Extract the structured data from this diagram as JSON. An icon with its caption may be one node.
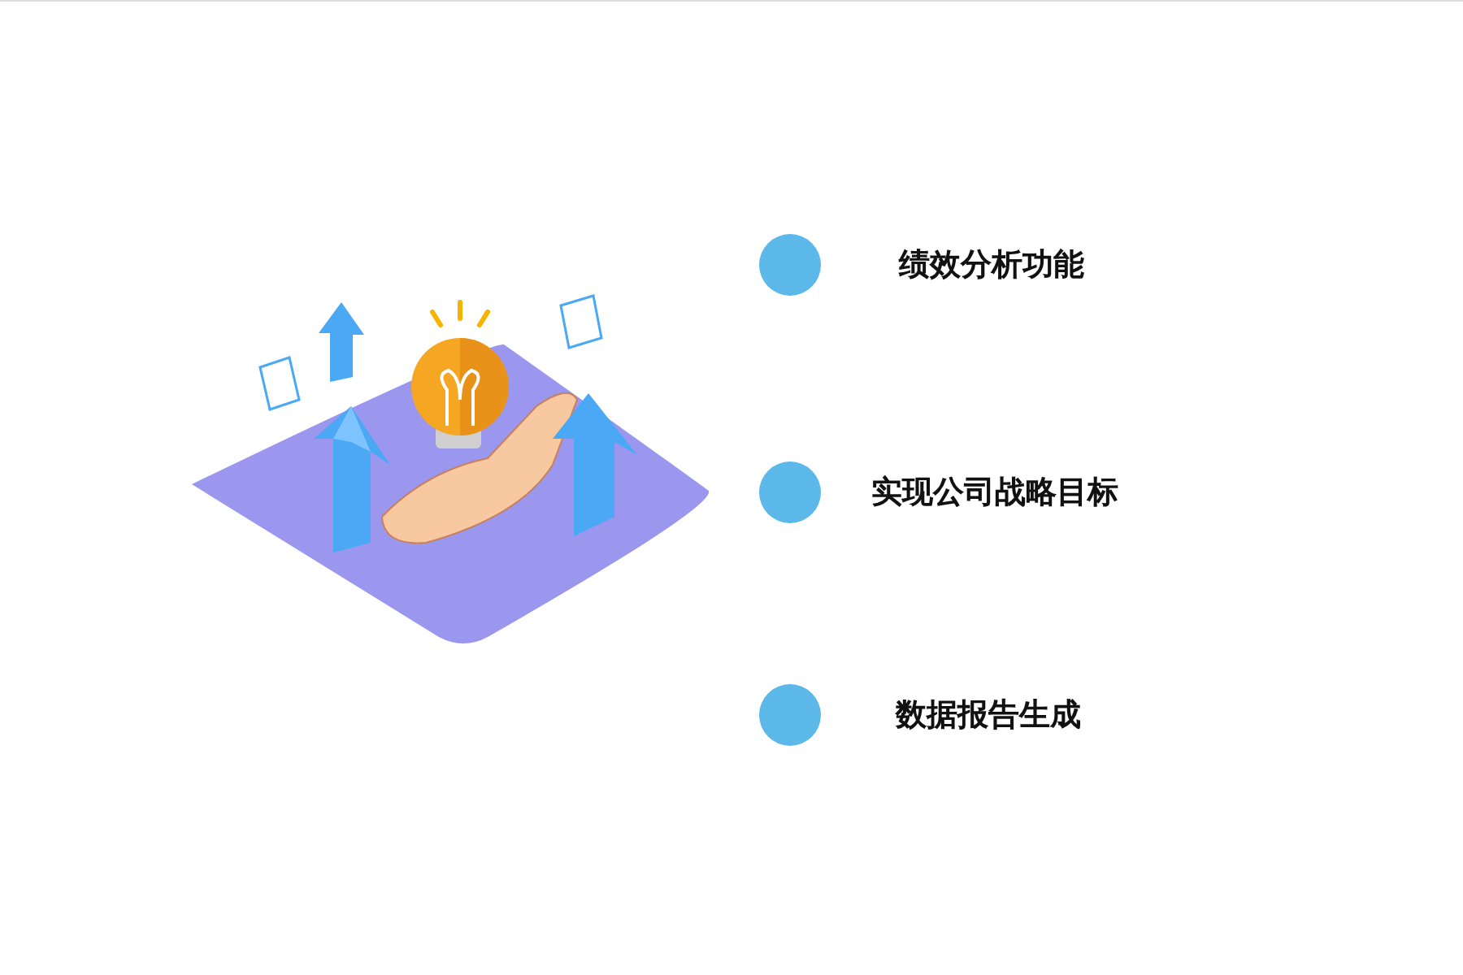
{
  "diagram": {
    "labels": [
      "绩效分析功能",
      "实现公司战略目标",
      "数据报告生成"
    ]
  }
}
